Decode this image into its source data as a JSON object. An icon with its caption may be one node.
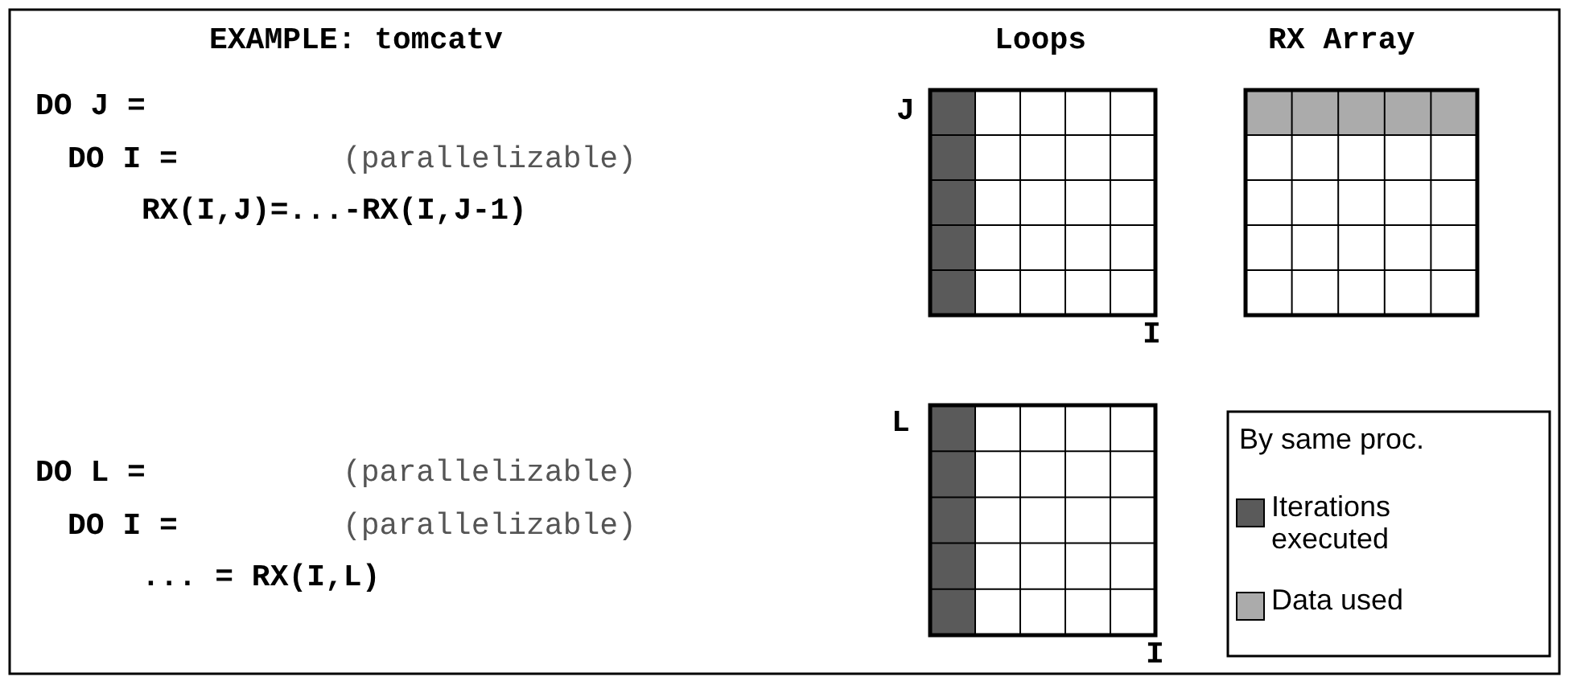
{
  "diagram": {
    "title": "EXAMPLE: tomcatv",
    "labels": [
      "DO J =",
      "Loops",
      "RX Array",
      "J",
      "DO I =",
      "(parallelizable)",
      "RX(I,J)=...-RX(I,J-1)",
      "I",
      "L",
      "DO L =",
      "(parallelizable)",
      "DO I =",
      "(parallelizable)",
      "... = RX(I,L)",
      "By same proc.",
      "I"
    ],
    "legend": [
      {
        "text": "Iterations executed",
        "color": "#5a5a5a"
      },
      {
        "text": "Data used",
        "color": "#ababab"
      }
    ]
  }
}
